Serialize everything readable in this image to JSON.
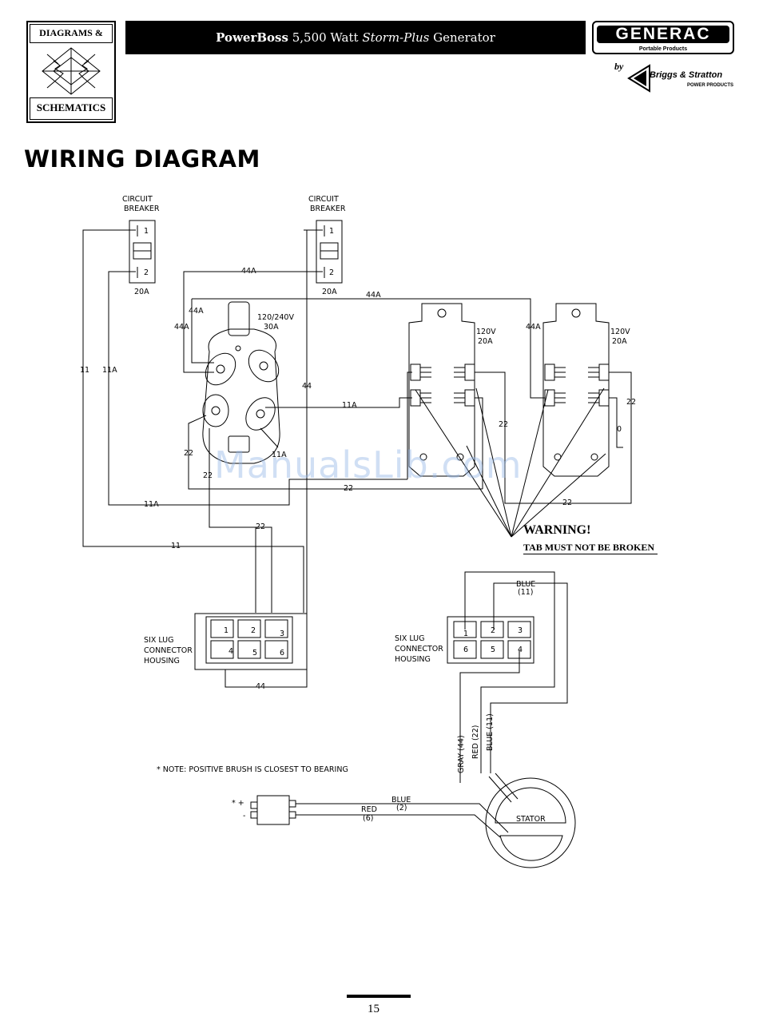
{
  "logo": {
    "top_text": "DIAGRAMS &",
    "bottom_text": "SCHEMATICS"
  },
  "header": {
    "title_bold": "PowerBoss",
    "title_rest": " 5,500 Watt ",
    "title_italic": "Storm-Plus",
    "title_end": " Generator"
  },
  "brand": {
    "name": "GENERAC",
    "tagline": "Portable Products",
    "by": "by",
    "partner": "Briggs & Stratton",
    "partner_sub": "POWER PRODUCTS"
  },
  "page_title": "WIRING DIAGRAM",
  "diagram": {
    "breaker_label_1": "CIRCUIT",
    "breaker_label_2": "BREAKER",
    "breaker_rating": "20A",
    "breaker_pins": [
      "1",
      "2"
    ],
    "main_receptacle_rating": "120/240V",
    "main_receptacle_amps": "30A",
    "duplex_rating": "120V",
    "duplex_amps": "20A",
    "wire_labels": {
      "w11": "11",
      "w11a": "11A",
      "w44": "44",
      "w44a": "44A",
      "w22": "22",
      "w0": "0"
    },
    "connector_label": [
      "SIX LUG",
      "CONNECTOR",
      "HOUSING"
    ],
    "connector_pins_top": [
      "1",
      "2",
      "3"
    ],
    "connector_pins_bottom": [
      "4",
      "5",
      "6"
    ],
    "stator_label": "STATOR",
    "stator_leads": [
      "GRAY (44)",
      "RED (22)",
      "BLUE (11)"
    ],
    "top_lead": "BLUE",
    "top_lead_num": "(11)",
    "brush_blue": "BLUE",
    "brush_blue_num": "(2)",
    "brush_red": "RED",
    "brush_red_num": "(6)",
    "brush_pos": "* +",
    "brush_neg": "-",
    "note": "* NOTE: POSITIVE BRUSH IS CLOSEST TO BEARING"
  },
  "warning": {
    "title": "WARNING!",
    "text": "TAB MUST NOT BE BROKEN"
  },
  "watermark": "ManualsLib.com",
  "page_number": "15"
}
